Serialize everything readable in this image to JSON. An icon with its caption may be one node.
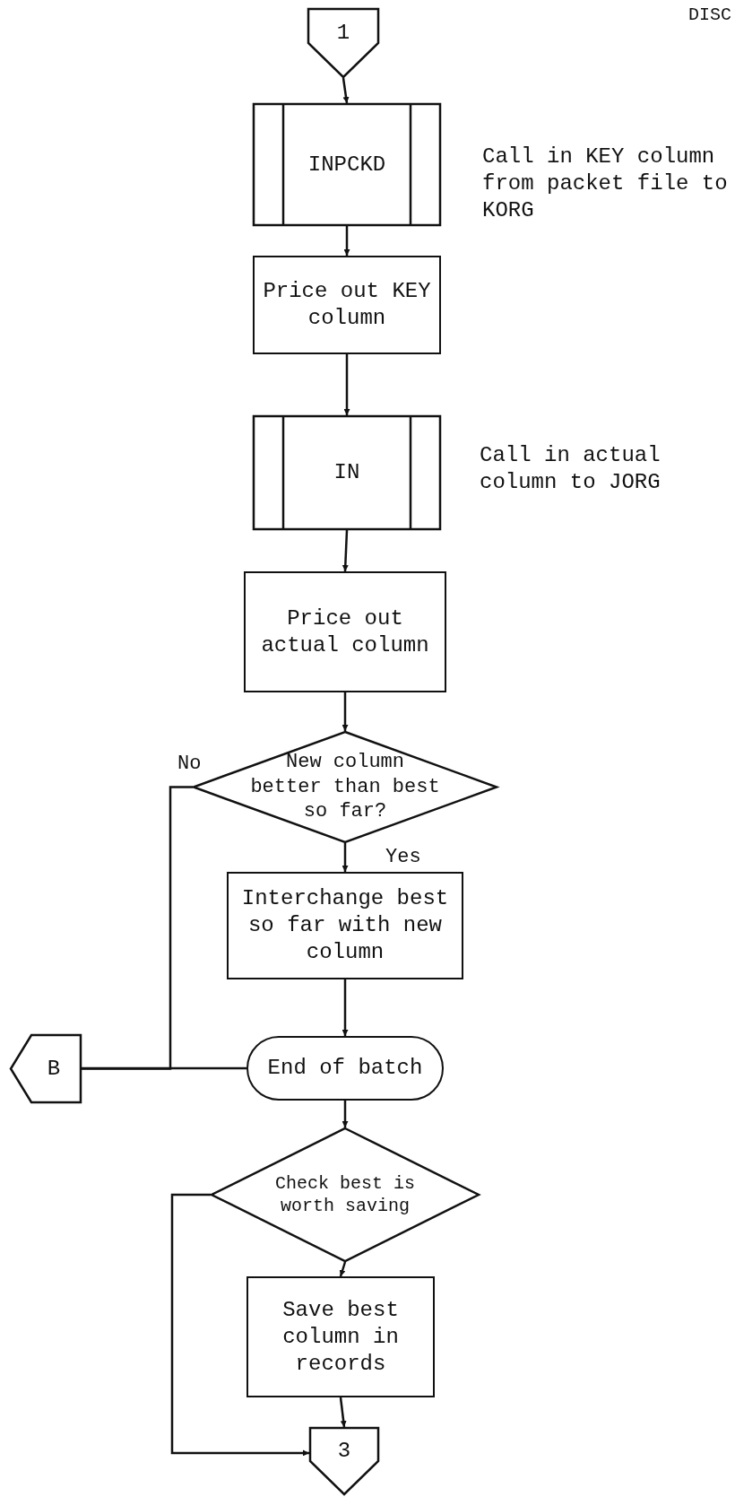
{
  "diagram": {
    "nodes": [
      {
        "text": [
          "1"
        ]
      },
      {
        "text": [
          "INPCKD"
        ],
        "beside": [
          "Call in KEY column from packet file to KORG"
        ]
      },
      {
        "text": [
          "Price out KEY column"
        ]
      },
      {
        "text": [
          "IN"
        ],
        "beside": [
          "Call in actual column to JORG"
        ]
      },
      {
        "text": [
          "Price out actual column"
        ]
      },
      {
        "text": [
          "New column better than best so far?"
        ]
      },
      {
        "text": [
          "Interchange best so far with new column"
        ]
      },
      {
        "text": [
          "End of batch"
        ]
      },
      {
        "text": [
          "B"
        ]
      },
      {
        "text": [
          "Check best is worth saving"
        ]
      },
      {
        "text": [
          "Save best column in records"
        ]
      },
      {
        "text": [
          "3"
        ]
      }
    ],
    "edges": [
      {
        "from": 0,
        "to": 1,
        "arrow": "to"
      },
      {
        "from": 1,
        "to": 2,
        "arrow": "to"
      },
      {
        "from": 2,
        "to": 3,
        "arrow": "to"
      },
      {
        "from": 3,
        "to": 4,
        "arrow": "to"
      },
      {
        "from": 4,
        "to": 5,
        "arrow": "to"
      },
      {
        "from": 5,
        "to": 6,
        "label": "Yes",
        "arrow": "to"
      },
      {
        "from": 6,
        "to": 7,
        "arrow": "to"
      },
      {
        "from": 5,
        "to": 8,
        "label": "No",
        "arrow": "none"
      },
      {
        "from": 7,
        "to": 8,
        "arrow": "none"
      },
      {
        "from": 7,
        "to": 9,
        "arrow": "to"
      },
      {
        "from": 9,
        "to": 10,
        "arrow": "to"
      },
      {
        "from": 9,
        "to": 11,
        "arrow": "to"
      },
      {
        "from": 10,
        "to": 11,
        "arrow": "to"
      }
    ],
    "labels": [
      "DISC"
    ]
  }
}
